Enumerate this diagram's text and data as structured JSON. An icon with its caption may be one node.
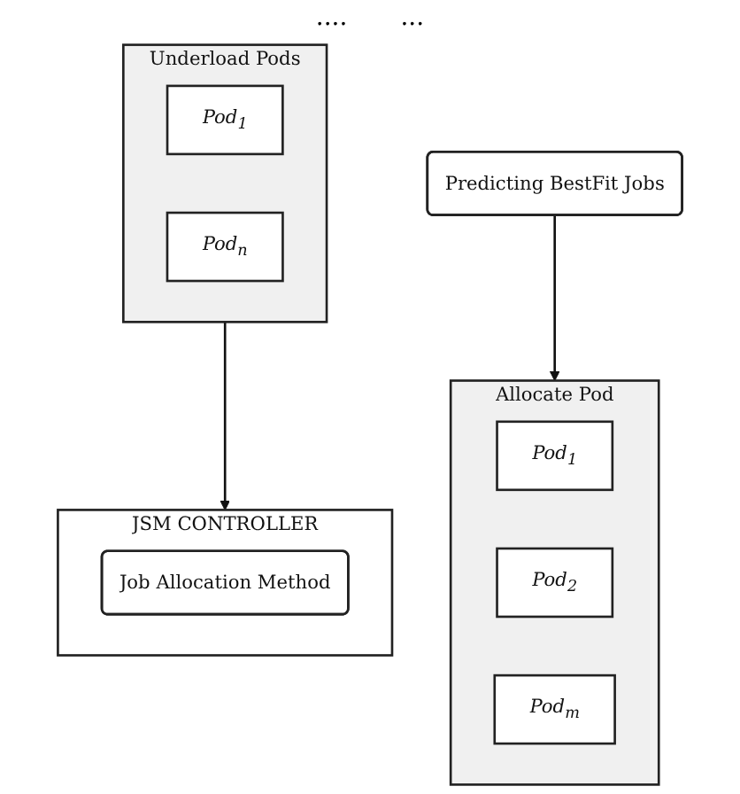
{
  "diagram": {
    "nodes": [
      {
        "text": [
          "Underload Pods"
        ]
      },
      {
        "text": [
          "Pod$_{1}$"
        ],
        "in": 0
      },
      {
        "text": [
          "Pod$_{n}$"
        ],
        "in": 0
      },
      {
        "text": [
          "JSM CONTROLLER"
        ]
      },
      {
        "text": [
          "Job Allocation Method"
        ],
        "in": 3
      },
      {
        "text": [
          "Predicting BestFit Jobs"
        ]
      },
      {
        "text": [
          "Allocate Pod"
        ]
      },
      {
        "text": [
          "Pod$_{1}$"
        ],
        "in": 6
      },
      {
        "text": [
          "Pod$_{2}$"
        ],
        "in": 6
      },
      {
        "text": [
          "Pod$_{m}$"
        ],
        "in": 6
      }
    ],
    "edges": [
      {
        "from": 0,
        "to": 3,
        "arrow": "to"
      },
      {
        "from": 5,
        "to": 6,
        "arrow": "to"
      }
    ],
    "labels": [
      "....",
      "..."
    ]
  }
}
